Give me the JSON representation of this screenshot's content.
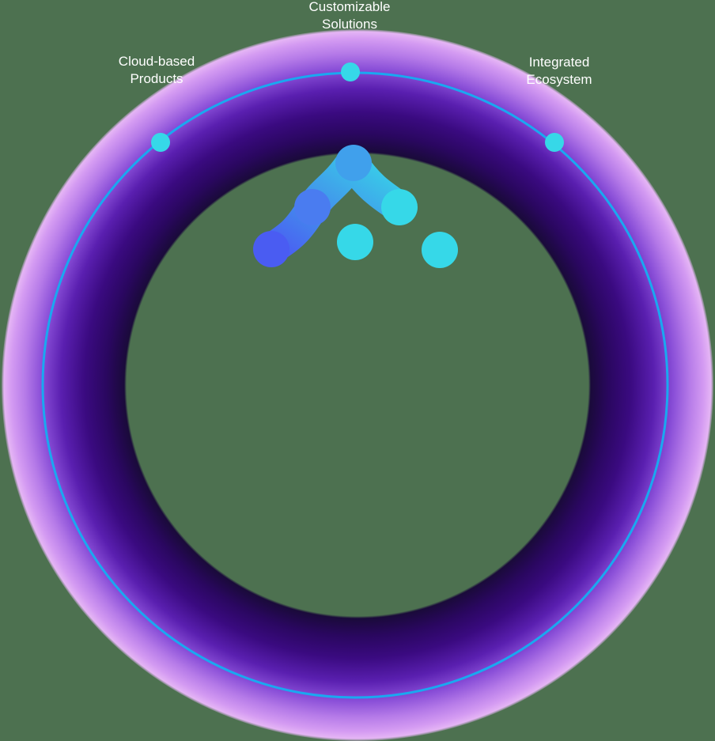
{
  "diagram": {
    "nodes": [
      {
        "id": "cloud",
        "line1": "Cloud-based",
        "line2": "Products"
      },
      {
        "id": "custom",
        "line1": "Customizable",
        "line2": "Solutions"
      },
      {
        "id": "integrated",
        "line1": "Integrated",
        "line2": "Ecosystem"
      }
    ],
    "colors": {
      "orbit": "#1aa8f0",
      "node": "#36d8e8",
      "ring_dark": "#2a0760",
      "ring_light": "#e5b5f5",
      "logo_start": "#4a5cf2",
      "logo_end": "#36d8e8"
    }
  }
}
